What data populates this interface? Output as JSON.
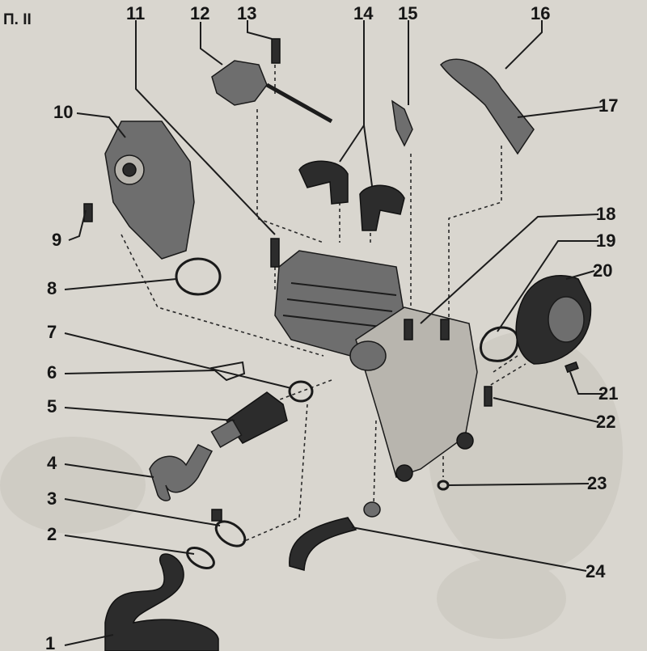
{
  "figure": {
    "caption": "П. II"
  },
  "callouts": [
    {
      "number": "1"
    },
    {
      "number": "2"
    },
    {
      "number": "3"
    },
    {
      "number": "4"
    },
    {
      "number": "5"
    },
    {
      "number": "6"
    },
    {
      "number": "7"
    },
    {
      "number": "8"
    },
    {
      "number": "9"
    },
    {
      "number": "10"
    },
    {
      "number": "11"
    },
    {
      "number": "12"
    },
    {
      "number": "13"
    },
    {
      "number": "14"
    },
    {
      "number": "15"
    },
    {
      "number": "16"
    },
    {
      "number": "17"
    },
    {
      "number": "18"
    },
    {
      "number": "19"
    },
    {
      "number": "20"
    },
    {
      "number": "21"
    },
    {
      "number": "22"
    },
    {
      "number": "23"
    },
    {
      "number": "24"
    }
  ]
}
